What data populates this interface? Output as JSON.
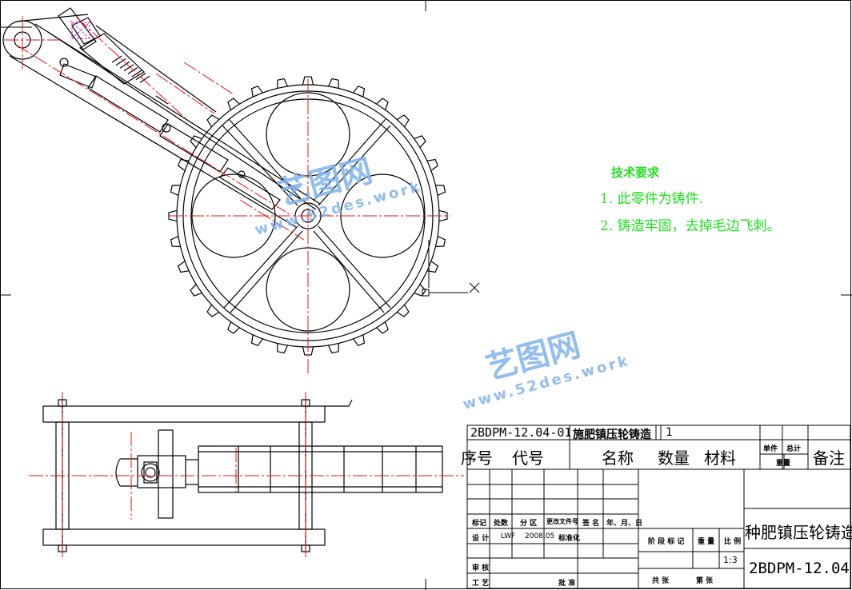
{
  "watermark": {
    "brand_cn": "艺图网",
    "brand_url": "www.52des.work"
  },
  "tech_requirements": {
    "title": "技术要求",
    "item1": "1. 此零件为铸件.",
    "item2": "2. 铸造牢固，去掉毛边飞刺。"
  },
  "parts_row": {
    "code": "2BDPM-12.04-01",
    "name": "施肥镇压轮铸造",
    "qty": "1"
  },
  "header_row": {
    "seq": "序号",
    "code": "代号",
    "name": "名称",
    "qty": "数量",
    "material": "材料",
    "unit": "单件",
    "total": "总计",
    "weight": "重量",
    "remarks": "备注"
  },
  "title_block": {
    "mark": "标记",
    "count": "处数",
    "zone": "分 区",
    "change_doc": "更改文件号",
    "signature": "签 名",
    "date": "年、月、日",
    "design": "设 计",
    "designer": "LWF",
    "design_date": "2008.05",
    "standardize": "标准化",
    "review": "审 核",
    "process": "工 艺",
    "approve": "批 准",
    "stage_mark": "阶 段 标 记",
    "weight": "重 量",
    "scale_label": "比 例",
    "scale": "1:3",
    "sheets_total": "共    张",
    "sheet_no": "第    张",
    "drawing_name": "种肥镇压轮铸造",
    "drawing_no": "2BDPM-12.04"
  }
}
